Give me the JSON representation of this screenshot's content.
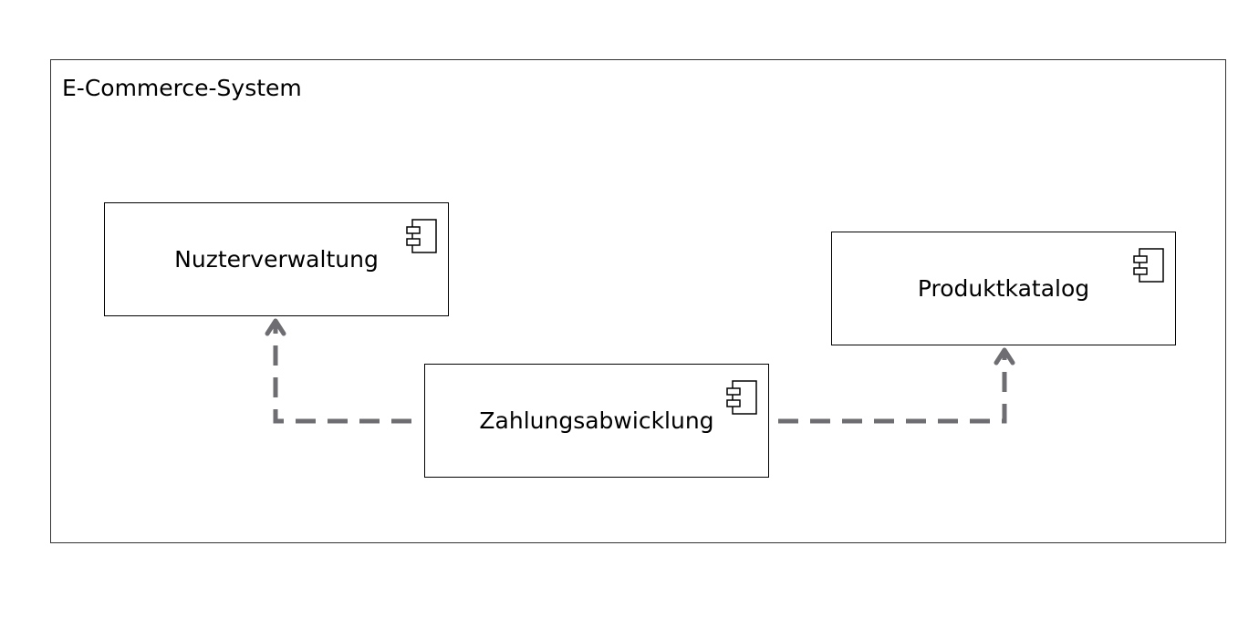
{
  "diagram": {
    "system": {
      "title": "E-Commerce-System"
    },
    "components": {
      "nutzerverwaltung": {
        "label": "Nuzterverwaltung"
      },
      "produktkatalog": {
        "label": "Produktkatalog"
      },
      "zahlungsabwicklung": {
        "label": "Zahlungsabwicklung"
      }
    },
    "dependencies": [
      {
        "from": "Zahlungsabwicklung",
        "to": "Nuzterverwaltung",
        "style": "dashed"
      },
      {
        "from": "Zahlungsabwicklung",
        "to": "Produktkatalog",
        "style": "dashed"
      }
    ],
    "colors": {
      "dependency_line": "#6d6d72",
      "boundary": "#333333",
      "component_border": "#000000"
    }
  }
}
